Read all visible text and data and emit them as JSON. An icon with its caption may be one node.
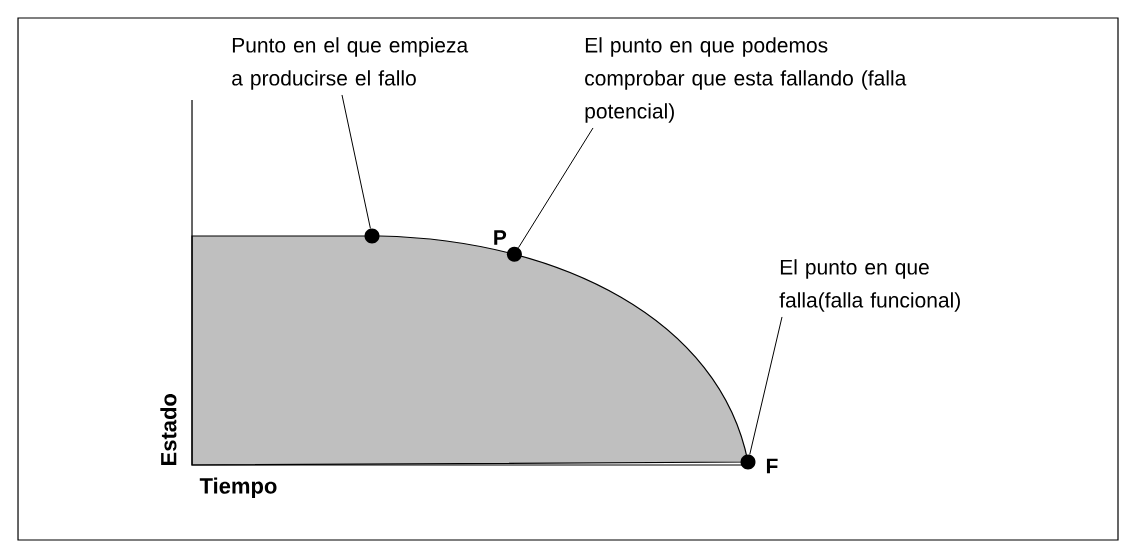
{
  "diagram": {
    "nodes": [
      {
        "text": [
          "Punto en el que empieza a producirse el fallo"
        ]
      },
      {
        "text": [
          "El punto en que podemos comprobar que esta fallando (falla potencial)"
        ]
      },
      {
        "text": [
          "El punto en que falla(falla funcional)"
        ]
      },
      {
        "text": [],
        "shape": "circle"
      },
      {
        "text": [],
        "shape": "circle",
        "beside": [
          "P"
        ]
      },
      {
        "text": [],
        "shape": "circle",
        "beside": [
          "F"
        ]
      }
    ],
    "edges": [
      {
        "from": 0,
        "to": 3,
        "arrow": "none"
      },
      {
        "from": 1,
        "to": 4,
        "arrow": "none"
      },
      {
        "from": 2,
        "to": 5,
        "arrow": "none"
      }
    ],
    "labels": [
      "Estado",
      "Tiempo"
    ]
  }
}
